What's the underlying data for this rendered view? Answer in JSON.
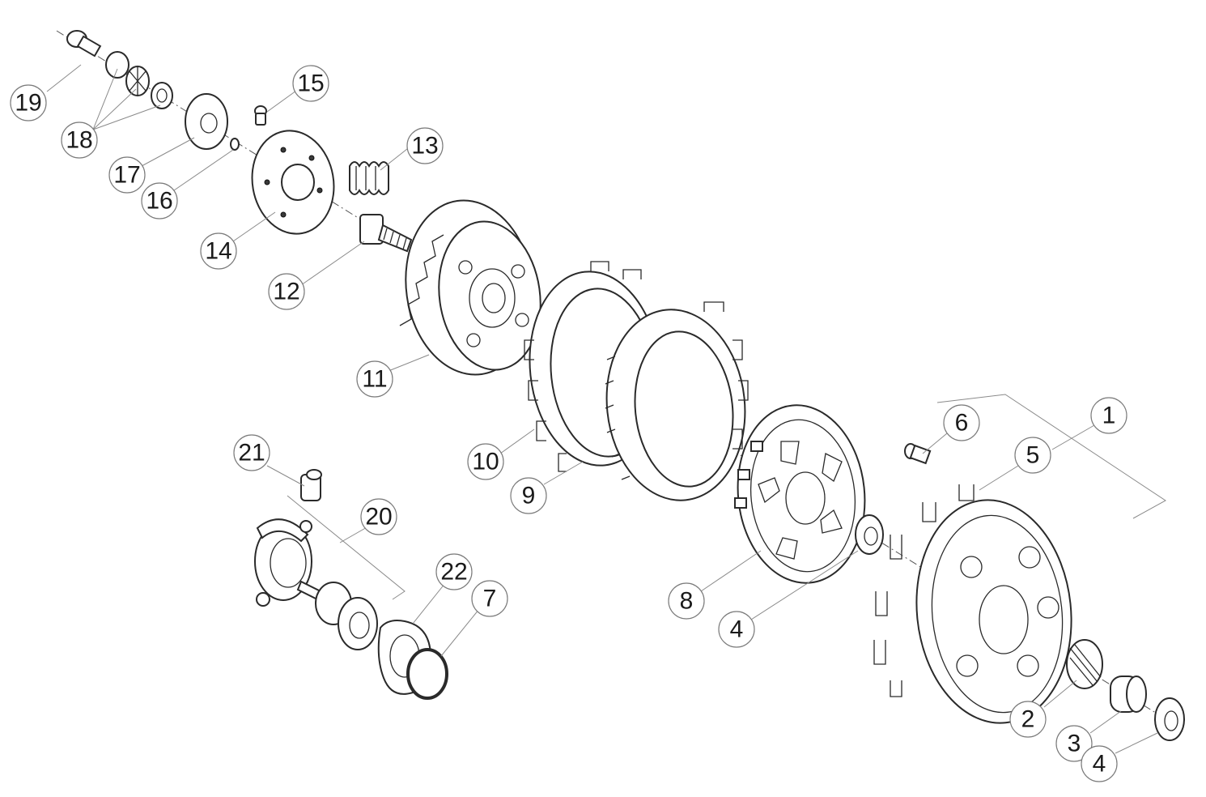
{
  "callouts": [
    {
      "id": "19",
      "label": "19"
    },
    {
      "id": "18",
      "label": "18"
    },
    {
      "id": "17",
      "label": "17"
    },
    {
      "id": "16",
      "label": "16"
    },
    {
      "id": "15",
      "label": "15"
    },
    {
      "id": "14",
      "label": "14"
    },
    {
      "id": "13",
      "label": "13"
    },
    {
      "id": "12",
      "label": "12"
    },
    {
      "id": "11",
      "label": "11"
    },
    {
      "id": "10",
      "label": "10"
    },
    {
      "id": "9",
      "label": "9"
    },
    {
      "id": "8",
      "label": "8"
    },
    {
      "id": "4a",
      "label": "4"
    },
    {
      "id": "6",
      "label": "6"
    },
    {
      "id": "5",
      "label": "5"
    },
    {
      "id": "1",
      "label": "1"
    },
    {
      "id": "2",
      "label": "2"
    },
    {
      "id": "3",
      "label": "3"
    },
    {
      "id": "4b",
      "label": "4"
    },
    {
      "id": "21",
      "label": "21"
    },
    {
      "id": "20",
      "label": "20"
    },
    {
      "id": "22",
      "label": "22"
    },
    {
      "id": "7",
      "label": "7"
    }
  ]
}
